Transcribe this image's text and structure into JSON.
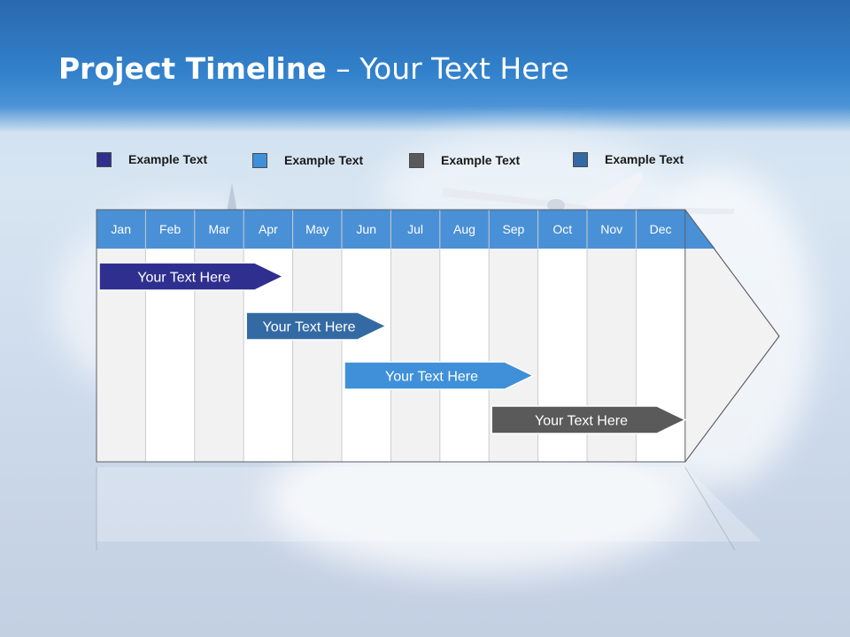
{
  "title": {
    "bold": "Project Timeline",
    "rest": " – Your Text Here"
  },
  "legend": [
    {
      "label": "Example Text",
      "color": "#2f2f8f"
    },
    {
      "label": "Example Text",
      "color": "#3f90d9"
    },
    {
      "label": "Example Text",
      "color": "#5a5a5a"
    },
    {
      "label": "Example Text",
      "color": "#346aa3"
    }
  ],
  "months": [
    "Jan",
    "Feb",
    "Mar",
    "Apr",
    "May",
    "Jun",
    "Jul",
    "Aug",
    "Sep",
    "Oct",
    "Nov",
    "Dec"
  ],
  "tasks": [
    {
      "label": "Your  Text Here",
      "start": 0,
      "end": 3.8,
      "color": "#2f2f8f"
    },
    {
      "label": "Your  Text Here",
      "start": 3,
      "end": 5.9,
      "color": "#346aa3"
    },
    {
      "label": "Your  Text Here",
      "start": 5,
      "end": 8.9,
      "color": "#3f90d9"
    },
    {
      "label": "Your  Text Here",
      "start": 8,
      "end": 12,
      "color": "#5a5a5a"
    }
  ],
  "colors": {
    "header": "#4a90d6",
    "accent": "#3281cc"
  }
}
